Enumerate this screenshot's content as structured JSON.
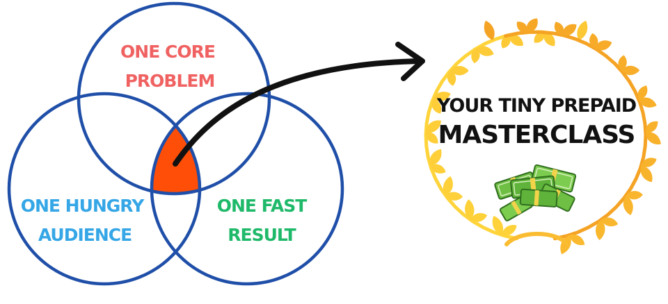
{
  "venn": {
    "top_circle": {
      "line1": "ONE CORE",
      "line2": "PROBLEM"
    },
    "left_circle": {
      "line1": "ONE HUNGRY",
      "line2": "AUDIENCE"
    },
    "right_circle": {
      "line1": "ONE FAST",
      "line2": "RESULT"
    }
  },
  "award": {
    "line1": "YOUR TINY PREPAID",
    "line2": "MASTERCLASS"
  },
  "colors": {
    "circle_stroke": "#1f4fa8",
    "intersection_fill": "#ff4e08",
    "top_label": "#f06262",
    "left_label": "#35a6e6",
    "right_label": "#1fb96a",
    "arrow": "#111111",
    "laurel_light": "#ffd43b",
    "laurel_dark": "#f5a324"
  },
  "icons": {
    "laurel": "laurel-wreath-icon",
    "money": "money-stack-icon",
    "arrow": "curved-arrow-icon"
  }
}
